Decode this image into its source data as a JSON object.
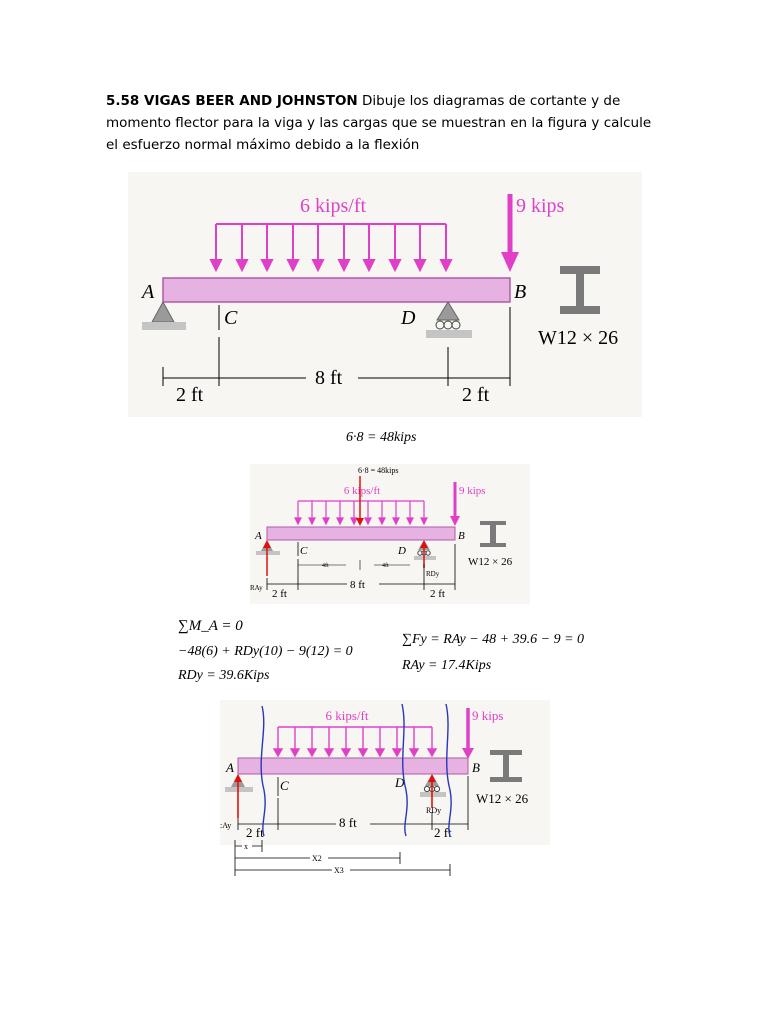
{
  "problem": {
    "heading": "5.58 VIGAS BEER AND JOHNSTON",
    "statement": "Dibuje los diagramas de cortante y de momento flector para la viga y las cargas que se muestran en la figura y calcule el esfuerzo normal máximo debido a la flexión"
  },
  "figure": {
    "load_label": "6 kips/ft",
    "point_load_label": "9 kips",
    "point_A": "A",
    "point_B": "B",
    "point_C": "C",
    "point_D": "D",
    "section_label": "W12 × 26",
    "dim_left": "2 ft",
    "dim_mid": "8 ft",
    "dim_right": "2 ft"
  },
  "resultant_line": "6·8 = 48kips",
  "figure2": {
    "resultant_label": "6·8 = 48kips",
    "half_left": "4ft",
    "half_right": "4ft",
    "reaction_A": "RAy",
    "reaction_D": "RDy"
  },
  "equations": {
    "moment_sum": "∑M_A = 0",
    "moment_eq": "−48(6) + RDy(10) − 9(12) = 0",
    "rdy": "RDy = 39.6Kips",
    "force_sum": "∑Fy = RAy − 48 + 39.6 − 9 = 0",
    "ray": "RAy = 17.4Kips"
  },
  "figure3": {
    "reaction_A": ":Ay",
    "reaction_D": "RDy",
    "x1": "x",
    "x2": "X2",
    "x3": "X3"
  }
}
